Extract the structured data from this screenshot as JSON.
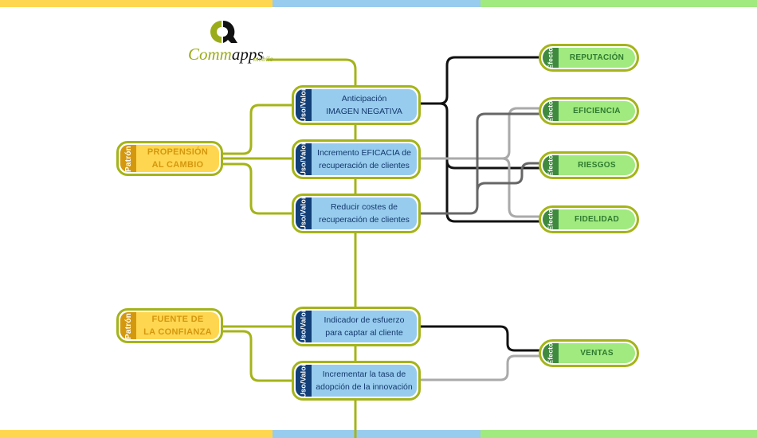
{
  "logo": {
    "brand_prefix": "Comm",
    "brand_suffix": "apps",
    "sub": "mobile",
    "icon": "commapps-logo-icon"
  },
  "colors": {
    "patron_fill": "#ffd650",
    "patron_tab": "#d4980e",
    "uso_fill": "#98ccee",
    "uso_tab": "#123f78",
    "efecto_fill": "#a0ea80",
    "efecto_tab": "#3f8a3f",
    "border_olive": "#a4b419",
    "bar_yellow": "#ffd650",
    "bar_blue": "#98ccee",
    "bar_green": "#a0ea80"
  },
  "patrones": [
    {
      "tag": "Patrón",
      "line1": "PROPENSIÓN",
      "line2": "AL CAMBIO"
    },
    {
      "tag": "Patrón",
      "line1": "FUENTE DE",
      "line2": "LA CONFIANZA"
    }
  ],
  "usos": [
    {
      "tag": "Uso/Valor",
      "line1": "Anticipación",
      "line2": "IMAGEN NEGATIVA"
    },
    {
      "tag": "Uso/Valor",
      "line1": "Incremento EFICACIA de",
      "line2": "recuperación de clientes"
    },
    {
      "tag": "Uso/Valor",
      "line1": "Reducir costes de",
      "line2": "recuperación de clientes"
    },
    {
      "tag": "Uso/Valor",
      "line1": "Indicador de esfuerzo",
      "line2": "para captar al cliente"
    },
    {
      "tag": "Uso/Valor",
      "line1": "Incrementar la tasa de",
      "line2": "adopción de la innovación"
    }
  ],
  "efectos": [
    {
      "tag": "Efecto",
      "label": "REPUTACIÓN"
    },
    {
      "tag": "Efecto",
      "label": "EFICIENCIA"
    },
    {
      "tag": "Efecto",
      "label": "RIESGOS"
    },
    {
      "tag": "Efecto",
      "label": "FIDELIDAD"
    },
    {
      "tag": "Efecto",
      "label": "VENTAS"
    }
  ]
}
